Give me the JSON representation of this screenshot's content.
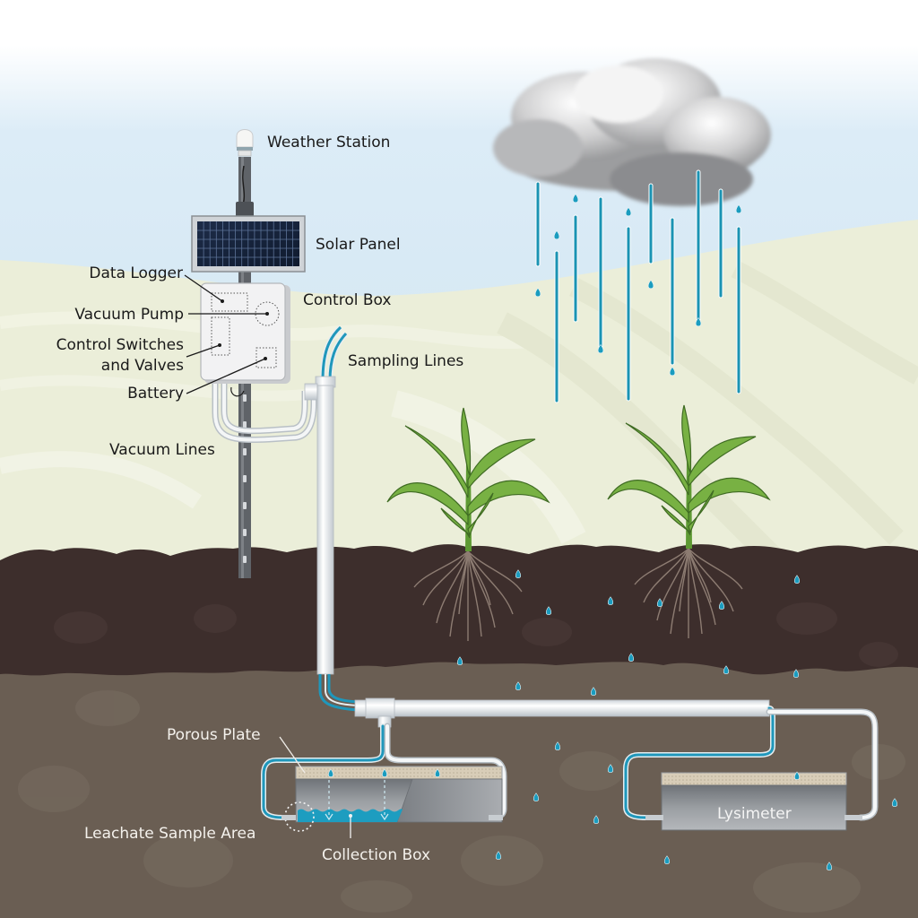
{
  "title": "Lysimeter leachate monitoring system",
  "colors": {
    "sky_top": "#ffffff",
    "sky_bottom": "#d8e9f4",
    "field": "#ecefdc",
    "topsoil": "#3d2e2c",
    "subsoil": "#6a5e53",
    "water": "#1a9cbf",
    "pipe": "#e8ecef",
    "plant": "#6aa53a"
  },
  "labels": {
    "weather_station": "Weather Station",
    "solar_panel": "Solar Panel",
    "data_logger": "Data Logger",
    "control_box": "Control Box",
    "vacuum_pump": "Vacuum Pump",
    "control_switches_line1": "Control Switches",
    "control_switches_line2": "and Valves",
    "battery": "Battery",
    "sampling_lines": "Sampling Lines",
    "vacuum_lines": "Vacuum Lines",
    "porous_plate": "Porous Plate",
    "leachate_sample_area": "Leachate Sample Area",
    "collection_box": "Collection Box",
    "lysimeter": "Lysimeter"
  },
  "icons": {
    "cloud": "rain-cloud-icon",
    "plant": "corn-plant-icon",
    "drop": "water-drop-icon"
  }
}
